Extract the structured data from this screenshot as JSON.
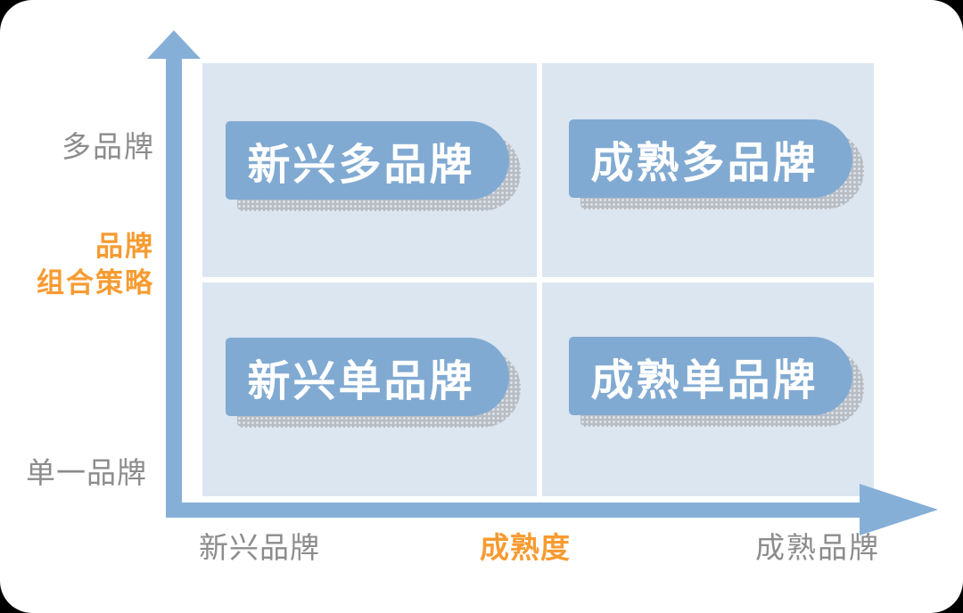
{
  "diagram": {
    "type": "2x2-matrix",
    "y_axis": {
      "top_label": "多品牌",
      "bottom_label": "单一品牌",
      "title_lines": [
        "品牌",
        "组合策略"
      ]
    },
    "x_axis": {
      "left_label": "新兴品牌",
      "title": "成熟度",
      "right_label": "成熟品牌"
    },
    "quadrants": [
      {
        "position": "top-left",
        "label": "新兴多品牌"
      },
      {
        "position": "top-right",
        "label": "成熟多品牌"
      },
      {
        "position": "bottom-left",
        "label": "新兴单品牌"
      },
      {
        "position": "bottom-right",
        "label": "成熟单品牌"
      }
    ],
    "colors": {
      "pill_blue": "#81aad2",
      "axis_blue": "#86afd8",
      "quadrant_bg": "#dbe6f1",
      "label_gray": "#8c8c8c",
      "accent_orange": "#f79b31",
      "shadow_gray": "#b6bdc5",
      "card_bg": "#ffffff",
      "page_bg": "#000000"
    }
  }
}
